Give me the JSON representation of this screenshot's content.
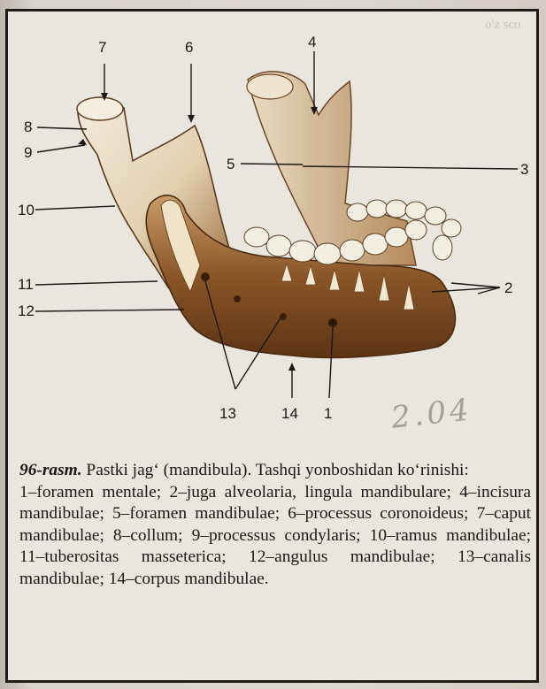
{
  "bleed_through": [
    "o'z sco"
  ],
  "figure_labels": [
    "7",
    "6",
    "4",
    "8",
    "9",
    "5",
    "3",
    "10",
    "11",
    "2",
    "12",
    "13",
    "14",
    "1"
  ],
  "caption": {
    "figure_number": "96-rasm.",
    "title": " Pastki jag‘ (mandibula). Tashqi yonboshidan ko‘rinishi:",
    "legend": "1–foramen mentale; 2–juga alveolaria, lingula mandibulare; 4–incisura mandibulae; 5–foramen mandibulae; 6–processus coronoideus; 7–caput mandibulae; 8–collum; 9–processus condylaris; 10–ramus mandibulae; 11–tuberositas masseterica; 12–angulus mandibulae; 13–canalis mandibulae; 14–corpus mandibulae."
  },
  "handwritten_note": "2.04",
  "colors": {
    "frame": "#1f1c18",
    "bone_light": "#efe6d3",
    "bone_shadow": "#7a4a22",
    "text": "#1b1815"
  }
}
